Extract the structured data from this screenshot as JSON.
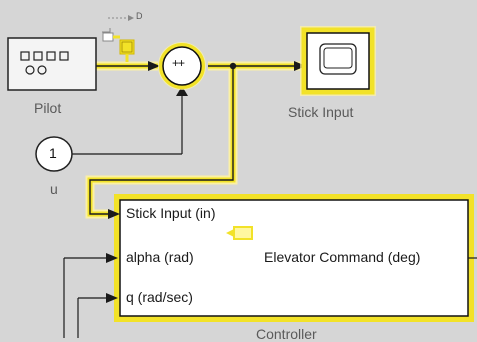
{
  "blocks": {
    "pilot": {
      "label": "Pilot"
    },
    "stick_input": {
      "label": "Stick Input"
    },
    "inport_u": {
      "number": "1",
      "label": "u"
    },
    "controller": {
      "label": "Controller",
      "inputs": [
        "Stick Input (in)",
        "alpha (rad)",
        "q (rad/sec)"
      ],
      "output": "Elevator Command (deg)"
    },
    "goto_tag": {
      "label": "D"
    },
    "sum": {
      "signs": "++"
    }
  },
  "colors": {
    "canvas": "#d6d6d6",
    "highlight": "#f2e228",
    "highlight_glow": "#fff7a0",
    "signal": "#1a1a1a",
    "label": "#5a5a5a"
  }
}
